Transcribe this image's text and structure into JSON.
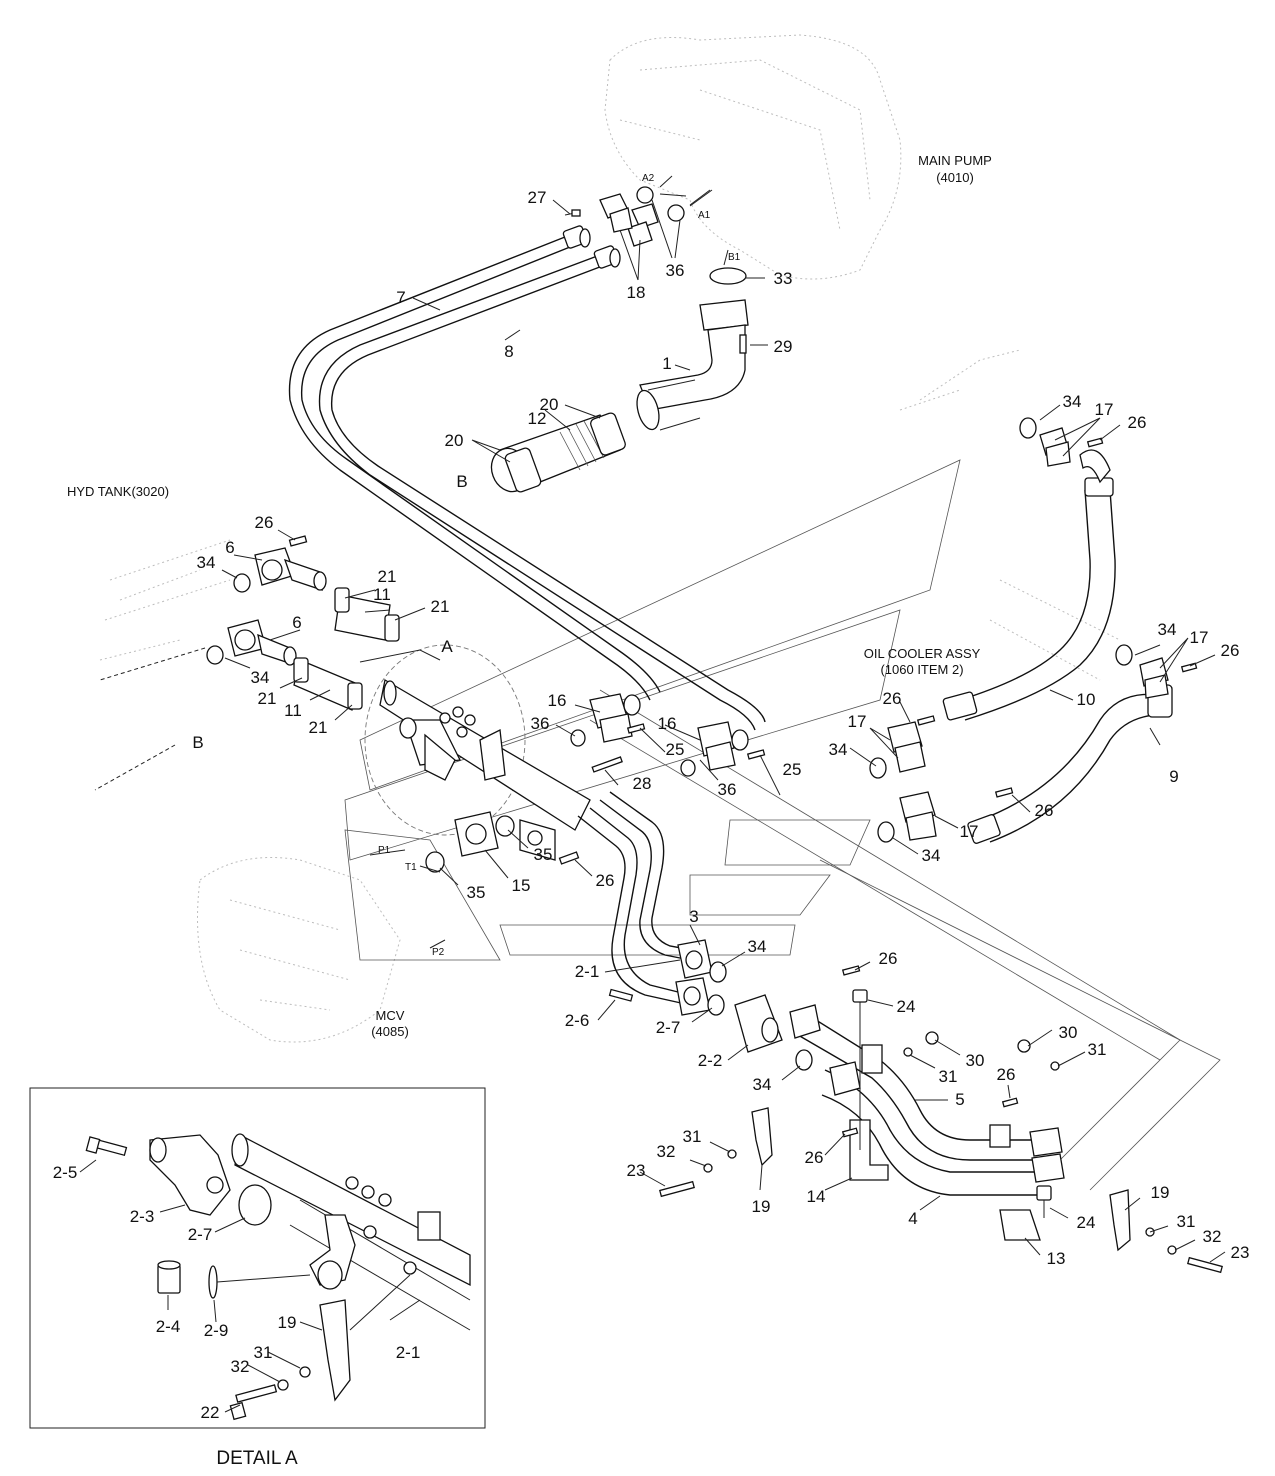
{
  "labels": {
    "main_pump": "MAIN PUMP",
    "main_pump_code": "(4010)",
    "hyd_tank": "HYD TANK(3020)",
    "oil_cooler": "OIL COOLER ASSY",
    "oil_cooler_code": "(1060 ITEM 2)",
    "mcv": "MCV",
    "mcv_code": "(4085)",
    "detail_a": "DETAIL A",
    "A": "A",
    "B_top": "B",
    "B_left": "B",
    "A1": "A1",
    "A2": "A2",
    "B1": "B1",
    "P1": "P1",
    "T1": "T1",
    "P2": "P2"
  },
  "callouts": {
    "c27": "27",
    "c18": "18",
    "c36a": "36",
    "c33": "33",
    "c7": "7",
    "c8": "8",
    "c29": "29",
    "c1": "1",
    "c12": "12",
    "c20a": "20",
    "c20b": "20",
    "c34a": "34",
    "c17a": "17",
    "c26a": "26",
    "c26b": "26",
    "c6a": "6",
    "c34b": "34",
    "c21a": "21",
    "c11a": "11",
    "c21b": "21",
    "c6b": "6",
    "c34c": "34",
    "c21c": "21",
    "c11b": "11",
    "c21d": "21",
    "c16a": "16",
    "c36b": "36",
    "c16b": "16",
    "c25a": "25",
    "c28": "28",
    "c36c": "36",
    "c25b": "25",
    "c34d": "34",
    "c17b": "17",
    "c26c": "26",
    "c10": "10",
    "c9": "9",
    "c26d": "26",
    "c17c": "17",
    "c34e": "34",
    "c26e": "26",
    "c17d": "17",
    "c34f": "34",
    "c35a": "35",
    "c15": "15",
    "c35b": "35",
    "c26f": "26",
    "c3": "3",
    "c2_1a": "2-1",
    "c34g": "34",
    "c2_6": "2-6",
    "c2_7a": "2-7",
    "c26g": "26",
    "c24a": "24",
    "c2_2": "2-2",
    "c34h": "34",
    "c30a": "30",
    "c30b": "30",
    "c31a": "31",
    "c31b": "31",
    "c26h": "26",
    "c5": "5",
    "c31c": "31",
    "c32a": "32",
    "c23a": "23",
    "c19a": "19",
    "c26i": "26",
    "c14": "14",
    "c4": "4",
    "c24b": "24",
    "c13": "13",
    "c19b": "19",
    "c31d": "31",
    "c32b": "32",
    "c23b": "23",
    "d2_5": "2-5",
    "d2_3": "2-3",
    "d2_7": "2-7",
    "d2_4": "2-4",
    "d2_9": "2-9",
    "d19": "19",
    "d31": "31",
    "d32": "32",
    "d22": "22",
    "d2_1": "2-1"
  }
}
